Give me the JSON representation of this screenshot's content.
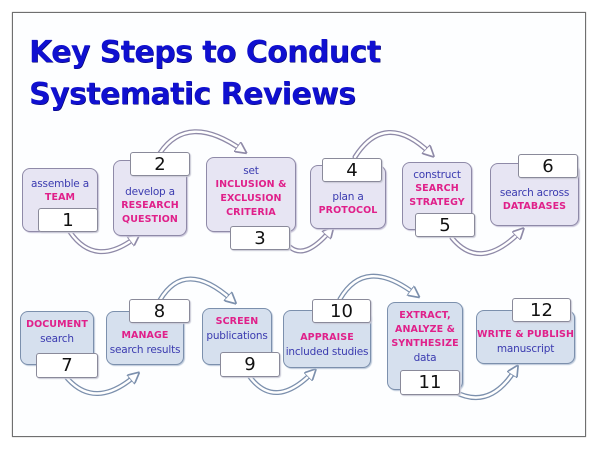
{
  "title": {
    "line1": "Key Steps to Conduct",
    "line2": "Systematic Reviews"
  },
  "colors": {
    "title": "#1010d0",
    "emphasis": "#e0208a",
    "plain_text": "#3b3bb0",
    "top_row_fill": "#e7e5f3",
    "bottom_row_fill": "#d6e0ee"
  },
  "steps": [
    {
      "number": "1",
      "lines": [
        {
          "text": "assemble a",
          "style": "plain"
        },
        {
          "text": "TEAM",
          "style": "em"
        }
      ]
    },
    {
      "number": "2",
      "lines": [
        {
          "text": "develop a",
          "style": "plain"
        },
        {
          "text": "RESEARCH",
          "style": "em"
        },
        {
          "text": "QUESTION",
          "style": "em"
        }
      ]
    },
    {
      "number": "3",
      "lines": [
        {
          "text": "set",
          "style": "plain"
        },
        {
          "text": "INCLUSION &",
          "style": "em"
        },
        {
          "text": "EXCLUSION",
          "style": "em"
        },
        {
          "text": "CRITERIA",
          "style": "em"
        }
      ]
    },
    {
      "number": "4",
      "lines": [
        {
          "text": "plan a",
          "style": "plain"
        },
        {
          "text": "PROTOCOL",
          "style": "em"
        }
      ]
    },
    {
      "number": "5",
      "lines": [
        {
          "text": "construct",
          "style": "plain"
        },
        {
          "text": "SEARCH",
          "style": "em"
        },
        {
          "text": "STRATEGY",
          "style": "em"
        }
      ]
    },
    {
      "number": "6",
      "lines": [
        {
          "text": "search across",
          "style": "plain"
        },
        {
          "text": "DATABASES",
          "style": "em"
        }
      ]
    },
    {
      "number": "7",
      "lines": [
        {
          "text": "DOCUMENT",
          "style": "em"
        },
        {
          "text": "search",
          "style": "plain"
        }
      ]
    },
    {
      "number": "8",
      "lines": [
        {
          "text": "MANAGE",
          "style": "em"
        },
        {
          "text": "search results",
          "style": "plain"
        }
      ]
    },
    {
      "number": "9",
      "lines": [
        {
          "text": "SCREEN",
          "style": "em"
        },
        {
          "text": "publications",
          "style": "plain"
        }
      ]
    },
    {
      "number": "10",
      "lines": [
        {
          "text": "APPRAISE",
          "style": "em"
        },
        {
          "text": "included studies",
          "style": "plain"
        }
      ]
    },
    {
      "number": "11",
      "lines": [
        {
          "text": "EXTRACT,",
          "style": "em"
        },
        {
          "text": "ANALYZE &",
          "style": "em"
        },
        {
          "text": "SYNTHESIZE",
          "style": "em"
        },
        {
          "text": "data",
          "style": "plain"
        }
      ]
    },
    {
      "number": "12",
      "lines": [
        {
          "text": "WRITE & PUBLISH",
          "style": "em"
        },
        {
          "text": "manuscript",
          "style": "plain"
        }
      ]
    }
  ]
}
